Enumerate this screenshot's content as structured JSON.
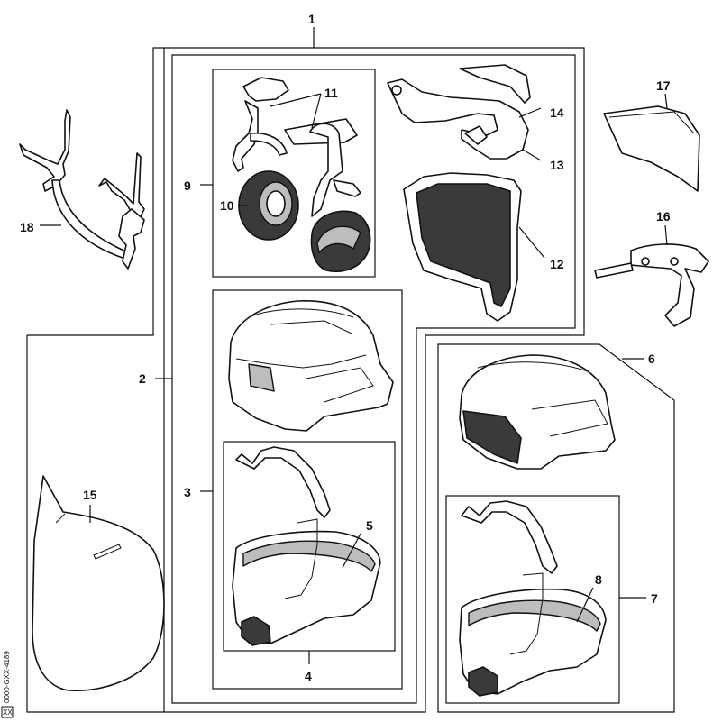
{
  "callouts": {
    "c1": "1",
    "c2": "2",
    "c3": "3",
    "c4": "4",
    "c5": "5",
    "c6": "6",
    "c7": "7",
    "c8": "8",
    "c9": "9",
    "c10": "10",
    "c11": "11",
    "c12": "12",
    "c13": "13",
    "c14": "14",
    "c15": "15",
    "c16": "16",
    "c17": "17",
    "c18": "18"
  },
  "doc_id": "0000-GXX-4189",
  "corner_mark": "XX"
}
